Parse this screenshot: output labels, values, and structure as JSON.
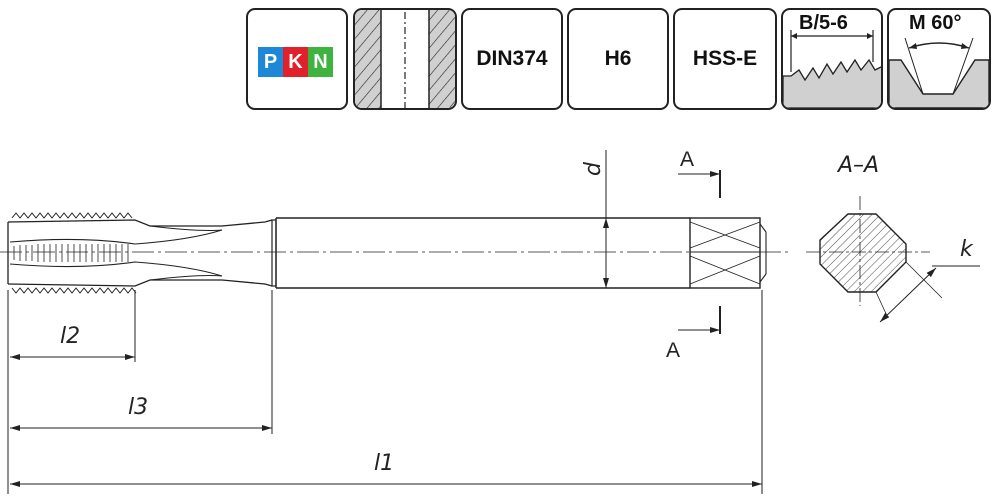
{
  "tiles": {
    "pkn": {
      "letters": [
        "P",
        "K",
        "N"
      ],
      "colors": [
        "#1e88d8",
        "#e0202a",
        "#3fb33f"
      ]
    },
    "din": "DIN374",
    "tolerance": "H6",
    "material": "HSS-E",
    "chamfer": "B/5-6",
    "thread": "M 60°"
  },
  "labels": {
    "d": "d",
    "section_a_top": "A",
    "section_a_bottom": "A",
    "section_title": "A–A",
    "k": "k",
    "l2": "l2",
    "l3": "l3",
    "l1": "l1"
  },
  "colors": {
    "tile_fill": "#d4d4d4"
  }
}
